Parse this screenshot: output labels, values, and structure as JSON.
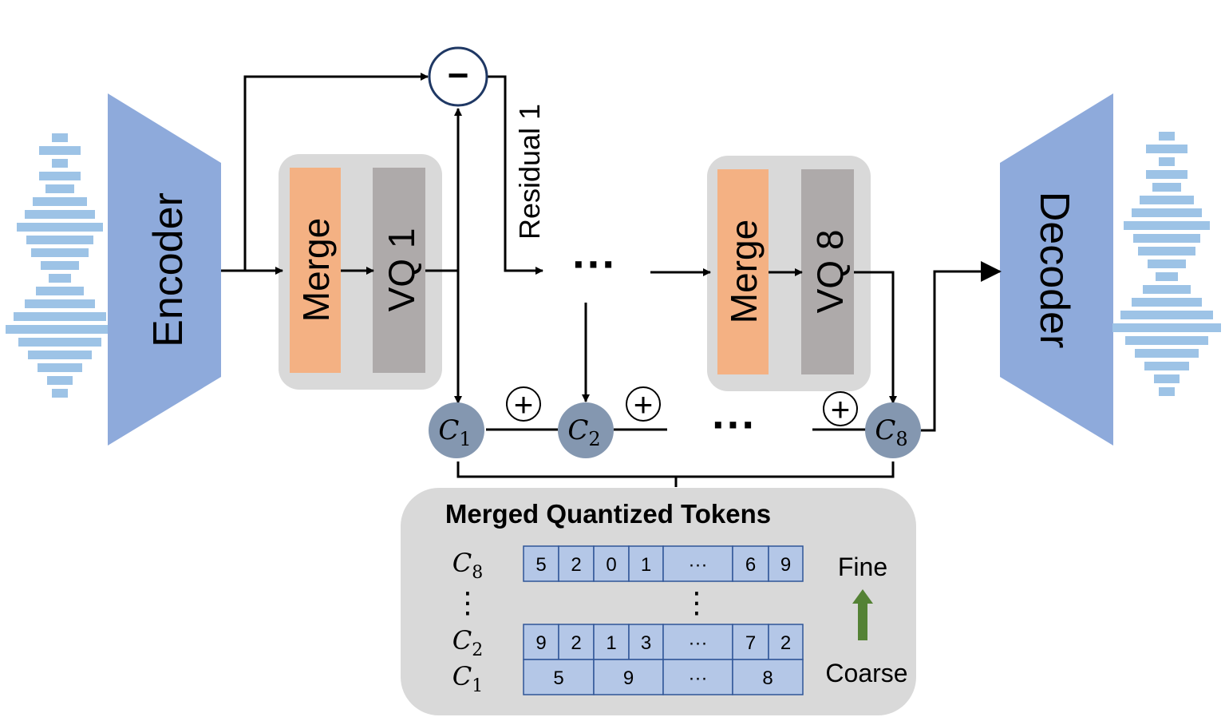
{
  "encoder": {
    "label": "Encoder"
  },
  "decoder": {
    "label": "Decoder"
  },
  "stage1": {
    "merge_label": "Merge",
    "vq_label": "VQ 1"
  },
  "stage8": {
    "merge_label": "Merge",
    "vq_label": "VQ 8"
  },
  "subtract": {
    "symbol": "−"
  },
  "residual": {
    "label": "Residual 1"
  },
  "ellipsis": {
    "top": "···",
    "bottom": "···"
  },
  "codes": [
    {
      "main": "C",
      "sub": "1"
    },
    {
      "main": "C",
      "sub": "2"
    },
    {
      "main": "C",
      "sub": "8"
    }
  ],
  "plus_symbol": "+",
  "tokens_panel": {
    "title": "Merged Quantized Tokens",
    "rows": [
      {
        "label_main": "C",
        "label_sub": "8",
        "cells": [
          "5",
          "2",
          "0",
          "1",
          "···",
          "6",
          "9"
        ]
      },
      {
        "label_main": "C",
        "label_sub": "2",
        "cells": [
          "9",
          "2",
          "1",
          "3",
          "···",
          "7",
          "2"
        ]
      },
      {
        "label_main": "C",
        "label_sub": "1",
        "cells": [
          "5",
          "9",
          "···",
          "8"
        ]
      }
    ],
    "vdots": "⋮",
    "fine_label": "Fine",
    "coarse_label": "Coarse"
  },
  "colors": {
    "encoder": "#8eaadb",
    "merge": "#f4b183",
    "vq": "#aeaaaa",
    "stage_box": "#d9d9d9",
    "code_circle": "#8497b0",
    "token_cell": "#b4c7e7",
    "token_border": "#2f5597",
    "waveform": "#9dc3e6",
    "panel": "#d9d9d9",
    "arrow_green": "#548235"
  }
}
